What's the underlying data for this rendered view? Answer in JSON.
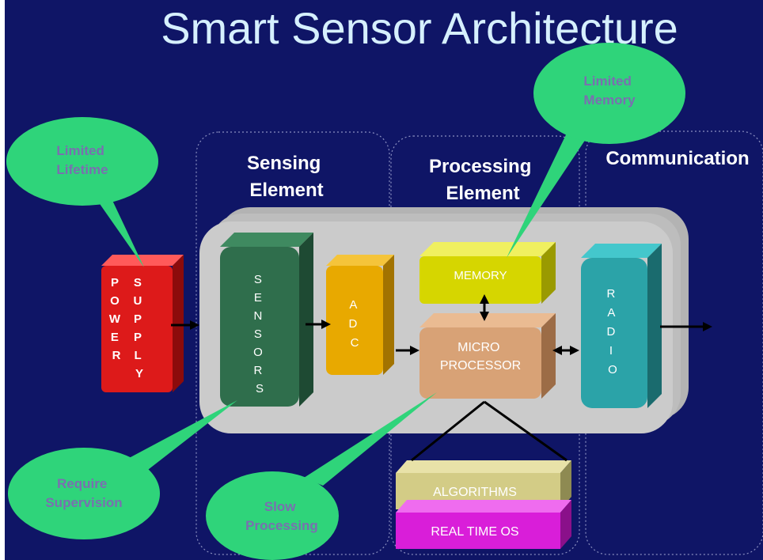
{
  "title": "Smart Sensor Architecture",
  "regions": {
    "sensing": [
      "Sensing",
      "Element"
    ],
    "processing": [
      "Processing",
      "Element"
    ],
    "communication": [
      "Communication"
    ]
  },
  "blocks": {
    "power_supply": {
      "col1": [
        "P",
        "O",
        "W",
        "E",
        "R"
      ],
      "col2": [
        "S",
        "U",
        "P",
        "P",
        "L",
        "Y"
      ]
    },
    "sensors": [
      "S",
      "E",
      "N",
      "S",
      "O",
      "R",
      "S"
    ],
    "adc": [
      "A",
      "D",
      "C"
    ],
    "memory": "MEMORY",
    "microprocessor": [
      "MICRO",
      "PROCESSOR"
    ],
    "radio": [
      "R",
      "A",
      "D",
      "I",
      "O"
    ],
    "algorithms": "ALGORITHMS",
    "rtos": "REAL TIME OS"
  },
  "callouts": {
    "limited_lifetime": [
      "Limited",
      "Lifetime"
    ],
    "limited_memory": [
      "Limited",
      "Memory"
    ],
    "require_supervision": [
      "Require",
      "Supervision"
    ],
    "slow_processing": [
      "Slow",
      "Processing"
    ]
  },
  "colors": {
    "background": "#0f1566",
    "title": "#d6f0ff",
    "callout": "#2fd47a",
    "callout_text": "#7a6fb0",
    "platform": "#c9c9c9",
    "power": "#dd1a1a",
    "sensors": "#2f6e4c",
    "adc": "#e8a900",
    "memory": "#d6d600",
    "microprocessor": "#d8a276",
    "radio": "#2ba3a8",
    "algorithms": "#d3cc86",
    "rtos": "#d91ed9"
  }
}
